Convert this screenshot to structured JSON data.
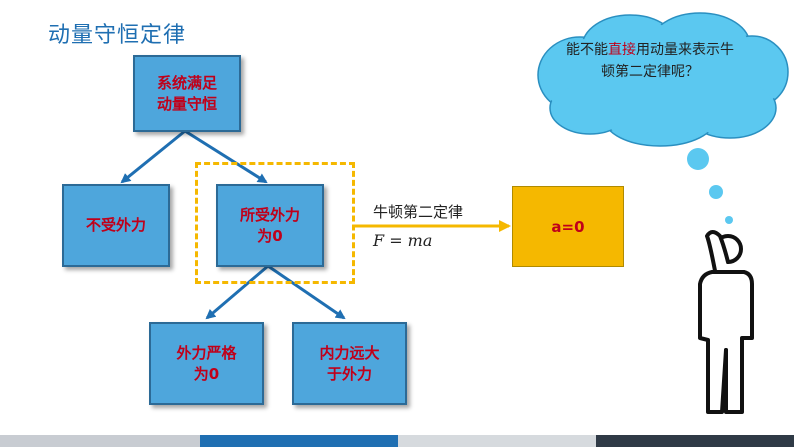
{
  "title": "动量守恒定律",
  "boxes": {
    "root": "系统满足\n动量守恒",
    "left": "不受外力",
    "middle": "所受外力\n为0",
    "bottom_left": "外力严格\n为0",
    "bottom_right": "内力远大\n于外力"
  },
  "arrow": {
    "label": "牛顿第二定律",
    "formula": "F = ma"
  },
  "result": "a=0",
  "cloud": {
    "text_before": "能不能",
    "highlight": "直接",
    "text_after": "用动量来表示牛顿第二定律呢？"
  },
  "colors": {
    "box_fill": "#4ea6dc",
    "box_text": "#c0001a",
    "dashed_border": "#f5b800",
    "result_fill": "#f5b800",
    "cloud_fill": "#5bc8f0",
    "title": "#1f6fb2"
  }
}
